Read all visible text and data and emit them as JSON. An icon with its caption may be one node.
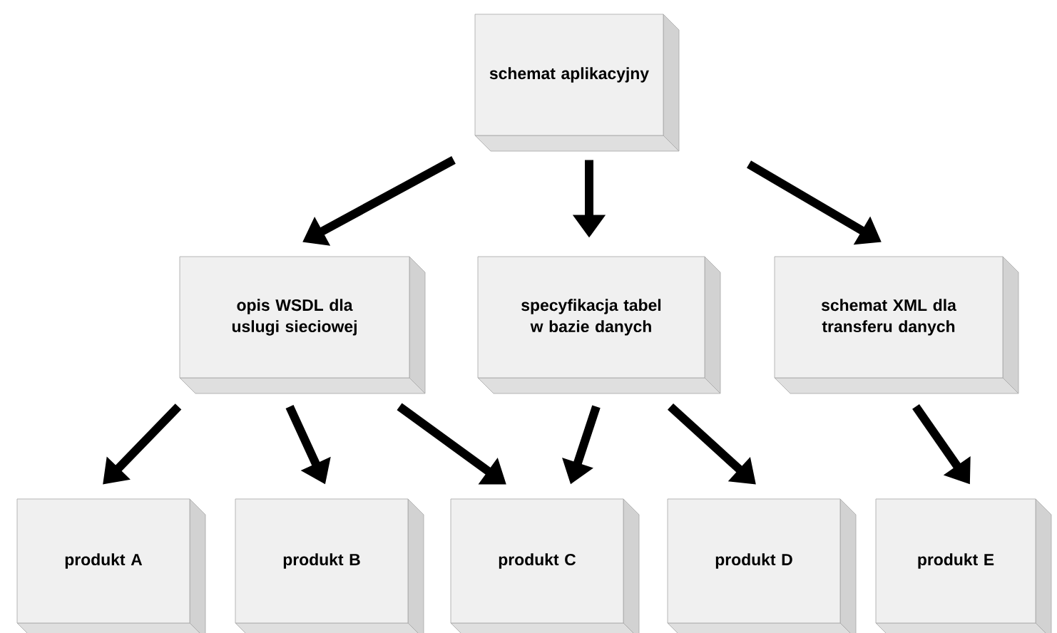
{
  "diagram": {
    "nodes": [
      {
        "text": [
          "schemat aplikacyjny"
        ]
      },
      {
        "text": [
          "opis WSDL dla uslugi sieciowej"
        ]
      },
      {
        "text": [
          "specyfikacja tabel w bazie danych"
        ]
      },
      {
        "text": [
          "schemat XML dla transferu danych"
        ]
      },
      {
        "text": [
          "produkt A"
        ]
      },
      {
        "text": [
          "produkt B"
        ]
      },
      {
        "text": [
          "produkt C"
        ]
      },
      {
        "text": [
          "produkt D"
        ]
      },
      {
        "text": [
          "produkt E"
        ]
      }
    ],
    "edges": [
      {
        "from": 0,
        "to": 1,
        "arrow": "to"
      },
      {
        "from": 0,
        "to": 2,
        "arrow": "to"
      },
      {
        "from": 0,
        "to": 3,
        "arrow": "to"
      },
      {
        "from": 1,
        "to": 4,
        "arrow": "to"
      },
      {
        "from": 1,
        "to": 5,
        "arrow": "to"
      },
      {
        "from": 1,
        "to": 6,
        "arrow": "to"
      },
      {
        "from": 2,
        "to": 6,
        "arrow": "to"
      },
      {
        "from": 2,
        "to": 7,
        "arrow": "to"
      },
      {
        "from": 3,
        "to": 8,
        "arrow": "to"
      }
    ]
  }
}
